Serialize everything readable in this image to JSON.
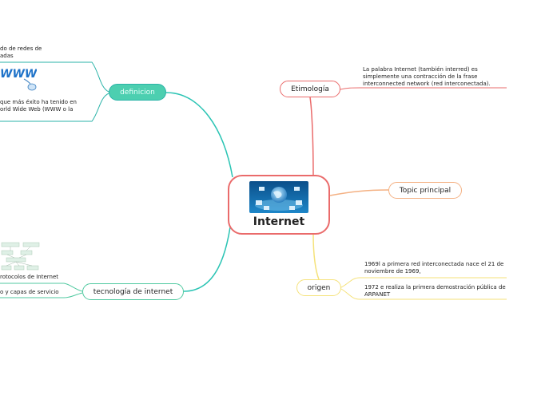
{
  "central": {
    "title": "Internet",
    "image_icon": "globe-network-icon"
  },
  "branches": {
    "etimologia": {
      "label": "Etimología",
      "detail": [
        "La palabra Internet (también interred) es",
        "simplemente una contracción de la frase",
        "interconnected network (red interconectada)."
      ]
    },
    "topic": {
      "label": "Topic principal"
    },
    "origen": {
      "label": "origen",
      "items": [
        [
          "1969l  a primera red interconectada nace el 21 de",
          "noviembre de 1969,"
        ],
        [
          "1972 e realiza la primera demostración pública de",
          "ARPANET"
        ]
      ]
    },
    "tecnologia": {
      "label": "tecnología de internet",
      "items": [
        "rotocolos de Internet",
        "o y capas de servicio"
      ],
      "image_icon": "protocol-stack-icon"
    },
    "definicion": {
      "label": "definicion",
      "items": [
        [
          "do de redes de",
          "adas"
        ],
        [
          "que más éxito ha tenido en",
          "orld Wide Web (WWW o la"
        ]
      ],
      "image_icon": "www-mouse-icon",
      "image_text": "WWW"
    }
  },
  "colors": {
    "central": "#ea6b6b",
    "etimologia": "#ea6b6b",
    "topic": "#f4b183",
    "origen": "#f5e27a",
    "tecnologia": "#50c9a0",
    "definicion": "#2bb3a8"
  }
}
